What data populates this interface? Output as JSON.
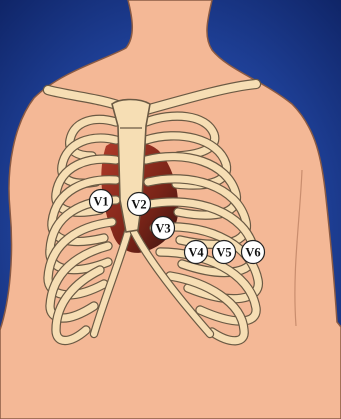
{
  "colors": {
    "background": "#1b3f8f",
    "skin": "#f4b896",
    "skin_outline": "#8a5a44",
    "bone": "#f6deb4",
    "bone_outline": "#6b5a44",
    "heart": "#8a2a1e",
    "lead_fill": "#ffffff",
    "lead_outline": "#222222"
  },
  "leads": [
    {
      "id": "v1",
      "label": "V1"
    },
    {
      "id": "v2",
      "label": "V2"
    },
    {
      "id": "v3",
      "label": "V3"
    },
    {
      "id": "v4",
      "label": "V4"
    },
    {
      "id": "v5",
      "label": "V5"
    },
    {
      "id": "v6",
      "label": "V6"
    }
  ]
}
